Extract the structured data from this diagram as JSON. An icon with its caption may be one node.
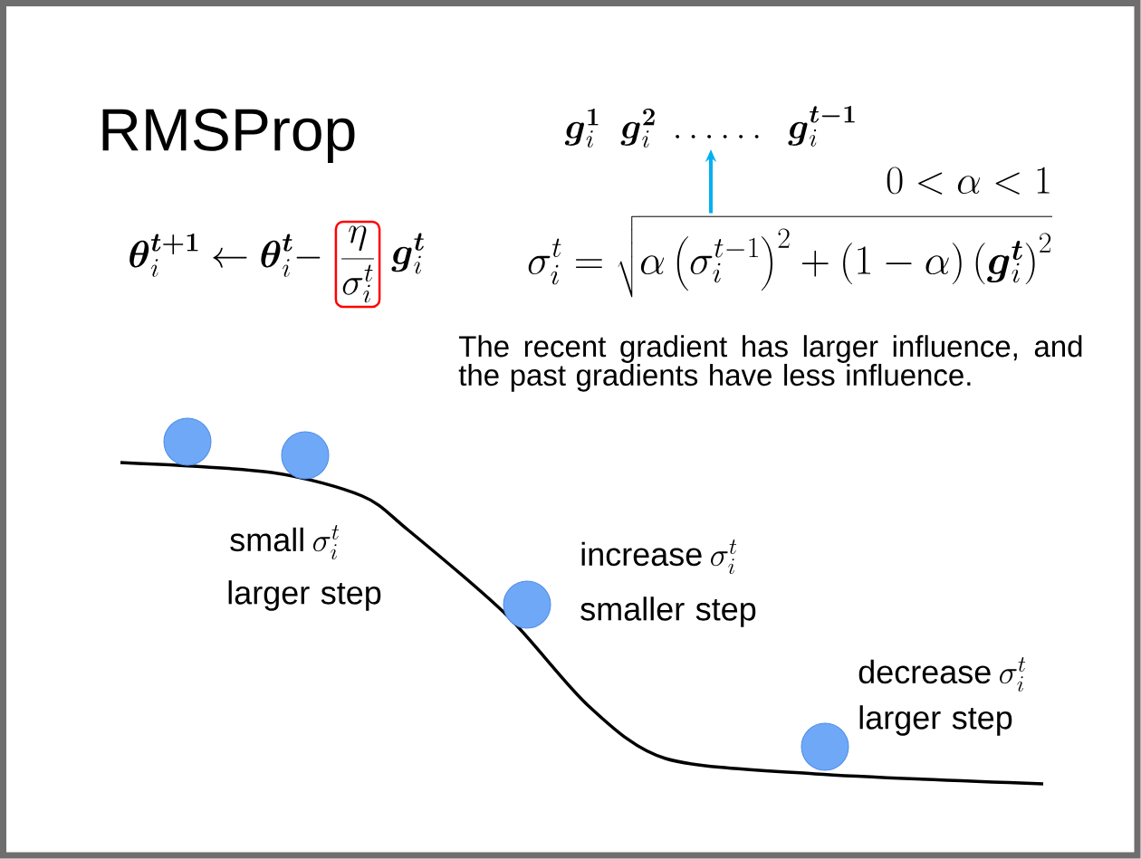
{
  "diagram": {
    "title": "RMSProp",
    "nodes": [
      {
        "text": [
          "\\boldsymbol{g}_i^{\\boldsymbol{1}}\\;\\;\\boldsymbol{g}_i^{\\boldsymbol{2}}\\;\\ldots\\ldots\\;\\;\\boldsymbol{g}_i^{\\boldsymbol{t-1}}"
        ]
      },
      {
        "text": [
          "\\sigma_i^t=\\sqrt{\\alpha\\left(\\sigma_i^{t-1}\\right)^2+(1-\\alpha)\\left(\\boldsymbol{g}_i^{\\boldsymbol{t}}\\right)^2}"
        ]
      },
      {
        "text": [
          "\\frac{\\eta}{\\sigma_i^t}"
        ]
      }
    ],
    "edges": [
      {
        "from": 1,
        "to": 0,
        "arrow": "to",
        "color": "#00b0f0"
      }
    ],
    "labels": [
      "0<\\alpha<1",
      "\\boldsymbol{\\theta}_i^{\\boldsymbol{t+1}}\\leftarrow\\boldsymbol{\\theta}_i^{\\boldsymbol{t}}-",
      "\\boldsymbol{g}_i^{\\boldsymbol{t}}",
      "The recent gradient has larger influence, and the past gradients have less influence.",
      "small",
      "\\sigma_i^t",
      "larger step",
      "increase",
      "\\sigma_i^t",
      "smaller step",
      "decrease",
      "\\sigma_i^t",
      "larger step"
    ]
  }
}
